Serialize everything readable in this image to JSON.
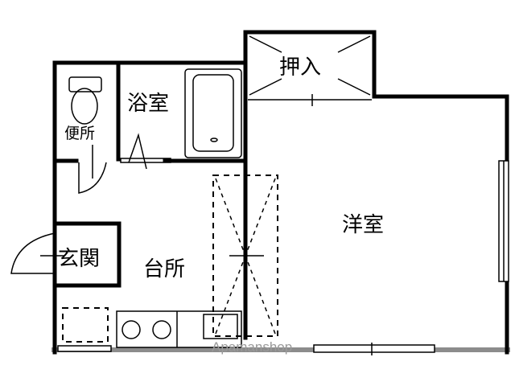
{
  "rooms": {
    "closet": "押入",
    "bathroom": "浴室",
    "toilet": "便所",
    "western_room": "洋室",
    "entrance": "玄関",
    "kitchen": "台所"
  },
  "watermark": "Apamanshop",
  "colors": {
    "wall": "#000000",
    "watermark": "#9a9a9a",
    "floor_line": "#8c8c8c"
  }
}
